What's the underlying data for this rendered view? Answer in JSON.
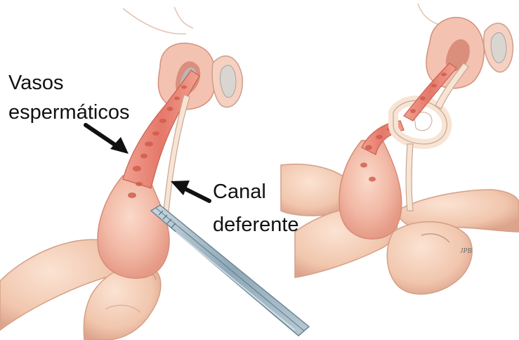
{
  "labels": {
    "vasos_line1": "Vasos",
    "vasos_line2": "espermáticos",
    "canal_line1": "Canal",
    "canal_line2": "deferente"
  },
  "signature": "JPB",
  "colors": {
    "skin": "#f4cdb8",
    "skin_shadow": "#e4a88f",
    "scrotum": "#f2b9a6",
    "cord": "#e37f70",
    "cord_spots": "#cf5a4c",
    "vas": "#f6e3d3",
    "forceps": "#9fb6c4",
    "arrow": "#111111"
  }
}
